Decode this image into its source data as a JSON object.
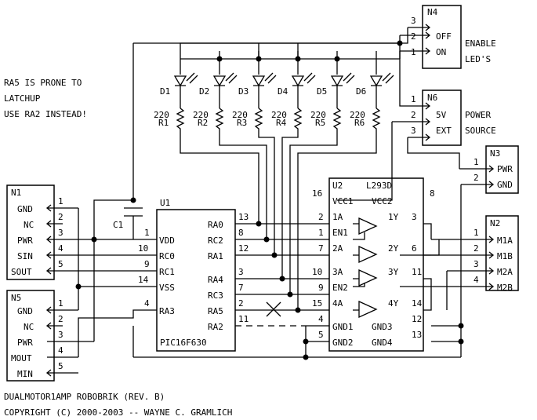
{
  "note": [
    "RA5 IS PRONE TO",
    "LATCHUP",
    "USE RA2 INSTEAD!"
  ],
  "footer": [
    "DUALMOTOR1AMP ROBOBRIK (REV. B)",
    "COPYRIGHT (C) 2000-2003 -- WAYNE C. GRAMLICH"
  ],
  "n4": {
    "name": "N4",
    "pins": [
      "3",
      "2",
      "1"
    ],
    "labels": [
      "OFF",
      "ON"
    ],
    "title": [
      "ENABLE",
      "LED'S"
    ]
  },
  "n6": {
    "name": "N6",
    "pins": [
      "1",
      "2",
      "3"
    ],
    "labels": [
      "5V",
      "EXT"
    ],
    "title": [
      "POWER",
      "SOURCE"
    ]
  },
  "n3": {
    "name": "N3",
    "pins": [
      "1",
      "2"
    ],
    "labels": [
      "PWR",
      "GND"
    ]
  },
  "n1": {
    "name": "N1",
    "pins": [
      "1",
      "2",
      "3",
      "4",
      "5"
    ],
    "labels": [
      "GND",
      "NC",
      "PWR",
      "SIN",
      "SOUT"
    ]
  },
  "n5": {
    "name": "N5",
    "pins": [
      "1",
      "2",
      "3",
      "4",
      "5"
    ],
    "labels": [
      "GND",
      "NC",
      "PWR",
      "MOUT",
      "MIN"
    ]
  },
  "n2": {
    "name": "N2",
    "pins": [
      "1",
      "2",
      "3",
      "4"
    ],
    "labels": [
      "M1A",
      "M1B",
      "M2A",
      "M2B"
    ]
  },
  "leds": [
    "D1",
    "D2",
    "D3",
    "D4",
    "D5",
    "D6"
  ],
  "resistors": [
    "R1",
    "R2",
    "R3",
    "R4",
    "R5",
    "R6"
  ],
  "res_value": "220",
  "cap": "C1",
  "u1": {
    "ref": "U1",
    "part": "PIC16F630",
    "left_pins": [
      "1",
      "10",
      "9",
      "14",
      "4"
    ],
    "left_labels": [
      "VDD",
      "RC0",
      "RC1",
      "VSS",
      "RA3"
    ],
    "right_pins": [
      "13",
      "8",
      "12",
      "3",
      "7",
      "2",
      "11"
    ],
    "right_labels": [
      "RA0",
      "RC2",
      "RA1",
      "RA4",
      "RC3",
      "RA5",
      "RA2"
    ]
  },
  "u2": {
    "ref": "U2",
    "part": "L293D",
    "vcc_labels": [
      "VCC1",
      "VCC2"
    ],
    "vcc_pins": [
      "16",
      "8"
    ],
    "in_pins": [
      "2",
      "1",
      "7",
      "10",
      "9",
      "15",
      "4",
      "5"
    ],
    "in_labels": [
      "1A",
      "EN1",
      "2A",
      "3A",
      "EN2",
      "4A",
      "GND1",
      "GND2"
    ],
    "out_labels": [
      "1Y",
      "2Y",
      "3Y",
      "4Y",
      "GND3",
      "GND4"
    ],
    "out_pins": [
      "3",
      "6",
      "11",
      "14",
      "12",
      "13"
    ]
  }
}
